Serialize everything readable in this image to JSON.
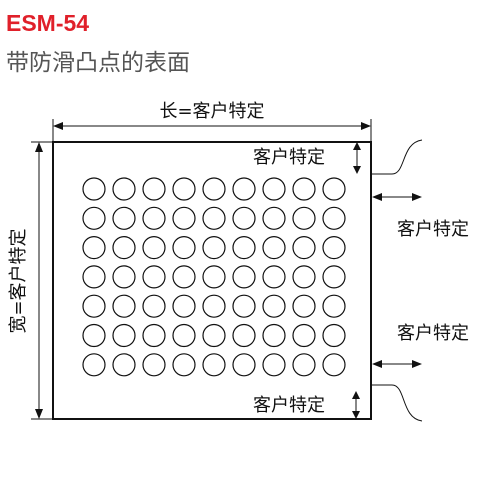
{
  "header": {
    "code": "ESM-54",
    "subtitle": "带防滑凸点的表面"
  },
  "dimensions": {
    "length_label": "长=客户特定",
    "width_label": "宽=客户特定",
    "top_margin_label": "客户特定",
    "right_spacing_top_label": "客户特定",
    "right_spacing_bottom_label": "客户特定",
    "bottom_margin_label": "客户特定"
  },
  "bump_pattern": {
    "rows": 7,
    "columns": 9,
    "count": 63
  },
  "colors": {
    "code": "#e0202a",
    "subtitle": "#555555",
    "lines": "#111111"
  }
}
